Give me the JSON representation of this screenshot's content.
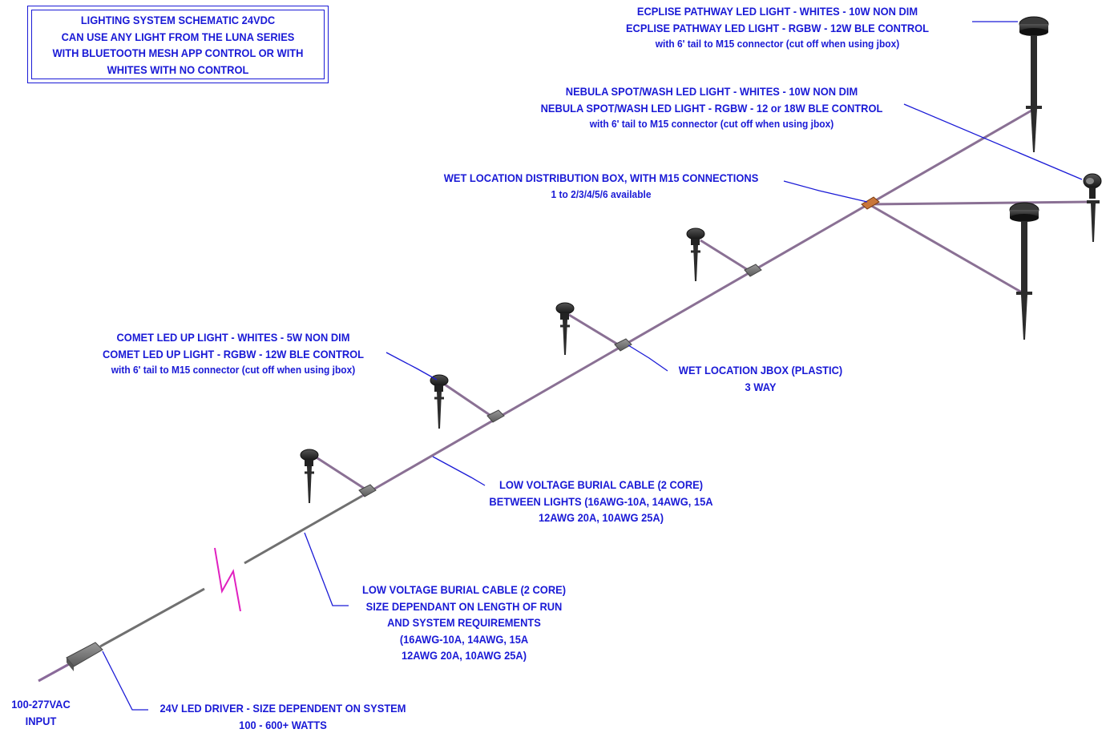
{
  "title_box": {
    "lines": [
      "LIGHTING SYSTEM SCHEMATIC 24VDC",
      "CAN USE ANY LIGHT FROM THE LUNA SERIES",
      "WITH BLUETOOTH MESH APP CONTROL OR WITH",
      "WHITES WITH NO CONTROL"
    ]
  },
  "labels": {
    "ecplise": {
      "line1": "ECPLISE PATHWAY LED LIGHT - WHITES - 10W NON DIM",
      "line2": "ECPLISE PATHWAY LED LIGHT - RGBW - 12W BLE CONTROL",
      "line3": "with 6' tail to M15 connector (cut off when using jbox)"
    },
    "nebula": {
      "line1": "NEBULA SPOT/WASH LED LIGHT - WHITES - 10W NON DIM",
      "line2": "NEBULA SPOT/WASH LED LIGHT - RGBW - 12 or 18W BLE CONTROL",
      "line3": "with 6' tail to M15 connector (cut off when using jbox)"
    },
    "distribution_box": {
      "line1": "WET LOCATION  DISTRIBUTION BOX, WITH M15 CONNECTIONS",
      "line2": "1 to 2/3/4/5/6 available"
    },
    "comet": {
      "line1": "COMET LED UP LIGHT - WHITES - 5W NON DIM",
      "line2": "COMET LED UP LIGHT - RGBW - 12W BLE CONTROL",
      "line3": "with 6' tail to M15 connector (cut off when using jbox)"
    },
    "jbox": {
      "line1": "WET LOCATION JBOX (PLASTIC)",
      "line2": "3 WAY"
    },
    "cable_between": {
      "line1": "LOW VOLTAGE BURIAL CABLE (2 CORE)",
      "line2": "BETWEEN LIGHTS (16AWG-10A, 14AWG, 15A",
      "line3": "12AWG 20A, 10AWG 25A)"
    },
    "cable_run": {
      "line1": "LOW VOLTAGE BURIAL CABLE (2 CORE)",
      "line2": "SIZE DEPENDANT ON LENGTH OF RUN",
      "line3": "AND SYSTEM REQUIREMENTS",
      "line4": "(16AWG-10A, 14AWG, 15A",
      "line5": "12AWG 20A, 10AWG 25A)"
    },
    "input": {
      "line1": "100-277VAC",
      "line2": "INPUT"
    },
    "driver": {
      "line1": "24V LED DRIVER - SIZE DEPENDENT ON SYSTEM",
      "line2": "100 - 600+ WATTS"
    }
  },
  "colors": {
    "label_text": "#1a1ad6",
    "leader_line": "#1a1ad6",
    "cable": "#8a7094",
    "supply_cable": "#707070",
    "break_symbol": "#e020c0",
    "fixture": "#2c2c2c"
  }
}
